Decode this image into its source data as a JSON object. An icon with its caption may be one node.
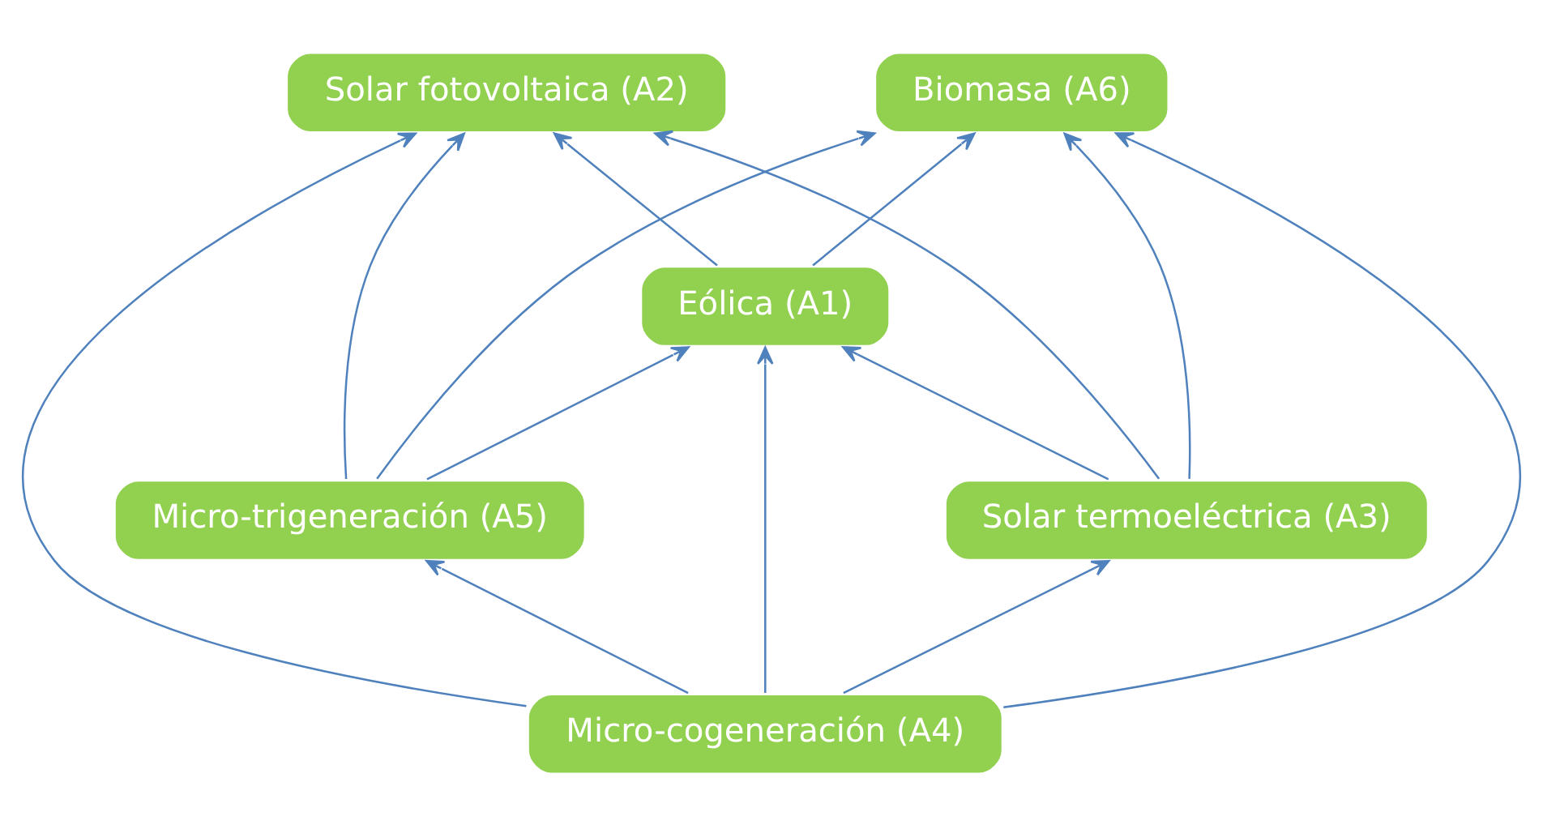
{
  "diagram": {
    "nodes": [
      {
        "text": [
          "Solar fotovoltaica (A2)"
        ]
      },
      {
        "text": [
          "Eólica (A1)"
        ]
      },
      {
        "text": [
          "Solar termoeléctrica (A3)"
        ]
      },
      {
        "text": [
          "Biomasa (A6)"
        ]
      },
      {
        "text": [
          "Micro-cogeneración (A4)"
        ]
      },
      {
        "text": [
          "Micro-trigeneración (A5)"
        ]
      }
    ],
    "edges": [
      {
        "from": 2,
        "to": 0,
        "arrow": "to"
      },
      {
        "from": 1,
        "to": 0,
        "arrow": "to"
      },
      {
        "from": 2,
        "to": 1,
        "arrow": "to"
      },
      {
        "from": 2,
        "to": 3,
        "arrow": "to"
      },
      {
        "from": 1,
        "to": 3,
        "arrow": "to"
      },
      {
        "from": 4,
        "to": 2,
        "arrow": "to"
      },
      {
        "from": 4,
        "to": 0,
        "arrow": "to"
      },
      {
        "from": 4,
        "to": 1,
        "arrow": "to"
      },
      {
        "from": 4,
        "to": 3,
        "arrow": "to"
      },
      {
        "from": 4,
        "to": 5,
        "arrow": "to"
      },
      {
        "from": 5,
        "to": 0,
        "arrow": "to"
      },
      {
        "from": 5,
        "to": 1,
        "arrow": "to"
      },
      {
        "from": 5,
        "to": 3,
        "arrow": "to"
      }
    ]
  }
}
